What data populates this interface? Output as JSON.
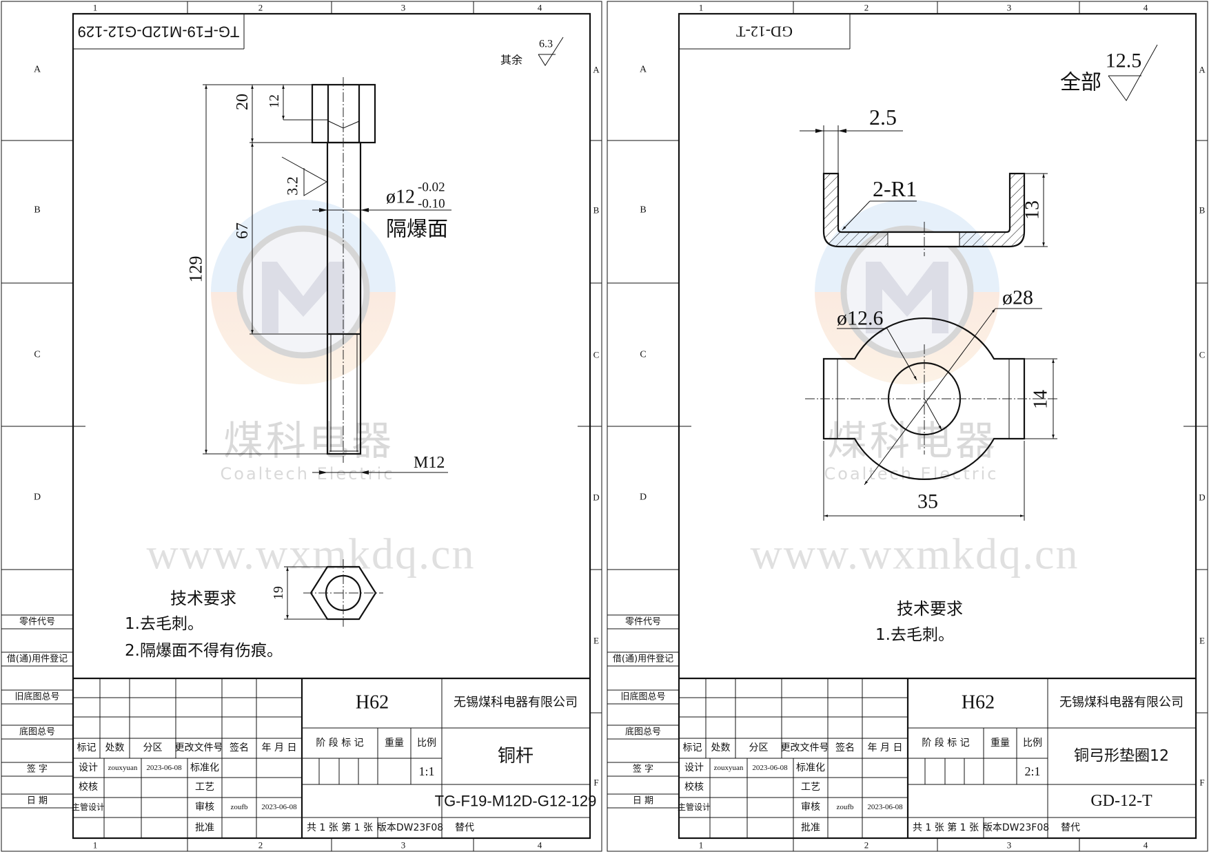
{
  "frame": {
    "columns": [
      "1",
      "2",
      "3",
      "4"
    ],
    "rows": [
      "A",
      "B",
      "C",
      "D",
      "E",
      "F"
    ],
    "sidebar": [
      "零件代号",
      "借(通)用件登记",
      "旧底图总号",
      "底图总号",
      "签  字",
      "日  期"
    ],
    "header": [
      "标记",
      "处数",
      "分区",
      "更改文件号",
      "签名",
      "年 月 日"
    ],
    "roles_left": [
      "设计",
      "校核",
      "主管设计"
    ],
    "roles_mid": [
      "标准化",
      "工艺",
      "审核",
      "批准"
    ],
    "stage": "阶 段 标 记",
    "weight": "重量",
    "scale_label": "比例",
    "sheet_count": "共 1 张  第 1 张",
    "version": "版本DW23F08",
    "replace": "替代"
  },
  "watermark": {
    "cn": "煤科电器",
    "en": "Coaltech Electric",
    "url": "www.wxmkdq.cn"
  },
  "sheets": [
    {
      "label_upside_down": "TG-F19-M12D-G12-129",
      "roughness": {
        "prefix": "其余",
        "value": "6.3"
      },
      "dims": {
        "total": "129",
        "head": "20",
        "hole_depth": "12",
        "fit_len": "67",
        "ra": "3.2",
        "dia": "ø12",
        "tol_upper": "-0.02",
        "tol_lower": "-0.10",
        "surface": "隔爆面",
        "thread": "M12",
        "hex": "19"
      },
      "tech": {
        "title": "技术要求",
        "items": [
          "1.去毛刺。",
          "2.隔爆面不得有伤痕。"
        ]
      },
      "title_block": {
        "material": "H62",
        "company": "无锡煤科电器有限公司",
        "part_name": "铜杆",
        "scale": "1:1",
        "drawing_no": "TG-F19-M12D-G12-129",
        "designer": "zouxyuan",
        "design_date": "2023-06-08",
        "reviewer": "zoufb",
        "review_date": "2023-06-08"
      }
    },
    {
      "label_upside_down": "GD-12-T",
      "roughness": {
        "prefix": "全部",
        "value": "12.5"
      },
      "dims": {
        "thickness": "2.5",
        "radius": "2-R1",
        "height": "13",
        "hole": "ø12.6",
        "outer": "ø28",
        "width": "14",
        "length": "35"
      },
      "tech": {
        "title": "技术要求",
        "items": [
          "1.去毛刺。"
        ]
      },
      "title_block": {
        "material": "H62",
        "company": "无锡煤科电器有限公司",
        "part_name": "铜弓形垫圈12",
        "scale": "2:1",
        "drawing_no": "GD-12-T",
        "designer": "zouxyuan",
        "design_date": "2023-06-08",
        "reviewer": "zoufb",
        "review_date": "2023-06-08"
      }
    }
  ]
}
